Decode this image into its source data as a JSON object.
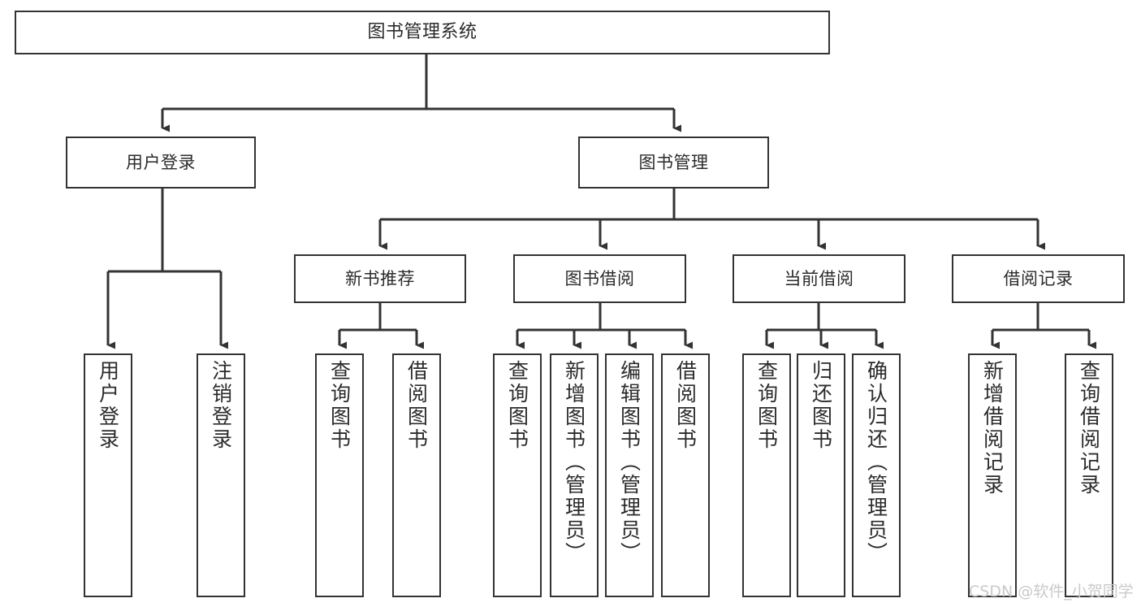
{
  "diagram": {
    "title": "图书管理系统",
    "type": "tree-hierarchy-chart",
    "colors": {
      "box_border": "#333333",
      "box_fill": "#ffffff",
      "connector": "#333333",
      "text": "#2b2b2b",
      "watermark": "#c9c9c9",
      "background": "#ffffff"
    },
    "root": {
      "label": "图书管理系统"
    },
    "level2": [
      {
        "label": "用户登录"
      },
      {
        "label": "图书管理"
      }
    ],
    "level3": [
      {
        "label": "新书推荐"
      },
      {
        "label": "图书借阅"
      },
      {
        "label": "当前借阅"
      },
      {
        "label": "借阅记录"
      }
    ],
    "leaves": {
      "user_login": [
        {
          "label": "用户登录"
        },
        {
          "label": "注销登录"
        }
      ],
      "new_book_recommend": [
        {
          "label": "查询图书"
        },
        {
          "label": "借阅图书"
        }
      ],
      "book_borrow": [
        {
          "label": "查询图书"
        },
        {
          "label": "新增图书（管理员）"
        },
        {
          "label": "编辑图书（管理员）"
        },
        {
          "label": "借阅图书"
        }
      ],
      "current_borrow": [
        {
          "label": "查询图书"
        },
        {
          "label": "归还图书"
        },
        {
          "label": "确认归还（管理员）"
        }
      ],
      "borrow_record": [
        {
          "label": "新增借阅记录"
        },
        {
          "label": "查询借阅记录"
        }
      ]
    }
  },
  "watermark": {
    "text": "CSDN @软件_小贺同学"
  }
}
